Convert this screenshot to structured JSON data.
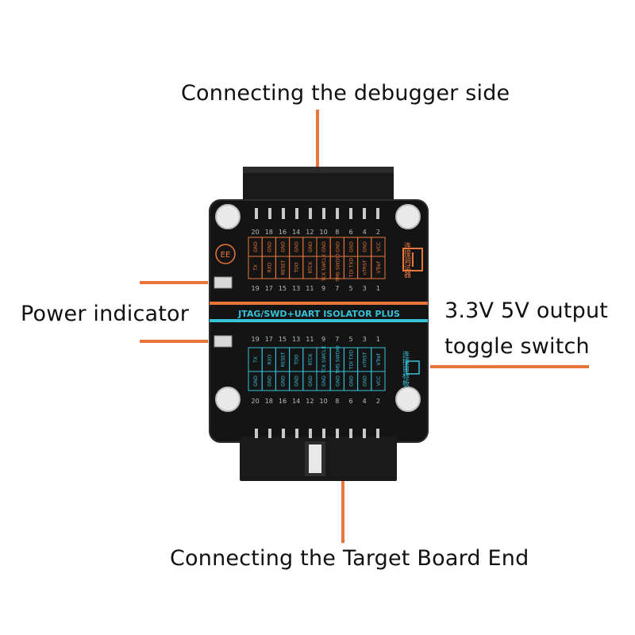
{
  "callouts": {
    "debugger_side": "Connecting the debugger side",
    "power_indicator": "Power indicator",
    "toggle_line1": "3.3V 5V output",
    "toggle_line2": "toggle switch",
    "target_end": "Connecting the Target Board End"
  },
  "board": {
    "banner": "JTAG/SWD+UART  ISOLATOR  PLUS",
    "logo": "EE",
    "top_side_text": "连接调试器",
    "bottom_side_text": "连接目标板",
    "top_numbers_upper": [
      "20",
      "18",
      "16",
      "14",
      "12",
      "10",
      "8",
      "6",
      "4",
      "2"
    ],
    "top_numbers_lower": [
      "19",
      "17",
      "15",
      "13",
      "11",
      "9",
      "7",
      "5",
      "3",
      "1"
    ],
    "top_signals_upper": [
      "GND",
      "GND",
      "GND",
      "GND",
      "GND",
      "GND",
      "GND",
      "GND",
      "GND",
      "VCC"
    ],
    "top_signals_lower": [
      "TX",
      "RXD",
      "RESET",
      "TDO",
      "RTCK",
      "TCK SWCLK",
      "TMS SWDIO",
      "TDI TXD",
      "nTRST",
      "VTref"
    ],
    "bottom_numbers_upper": [
      "19",
      "17",
      "15",
      "13",
      "11",
      "9",
      "7",
      "5",
      "3",
      "1"
    ],
    "bottom_numbers_lower": [
      "20",
      "18",
      "16",
      "14",
      "12",
      "10",
      "8",
      "6",
      "4",
      "2"
    ],
    "bottom_signals_upper": [
      "TX",
      "RXD",
      "RESET",
      "TDO",
      "RTCK",
      "TCK SWCLK",
      "TMS SWDIO",
      "TDI TXD",
      "nTRST",
      "VTref"
    ],
    "bottom_signals_lower": [
      "GND",
      "GND",
      "GND",
      "GND",
      "GND",
      "GND",
      "GND",
      "GND",
      "GND",
      "VCC"
    ]
  },
  "colors": {
    "accent_orange": "#e9763a",
    "accent_cyan": "#36c2d9",
    "pcb": "#141414",
    "connector": "#1a1a1a"
  }
}
